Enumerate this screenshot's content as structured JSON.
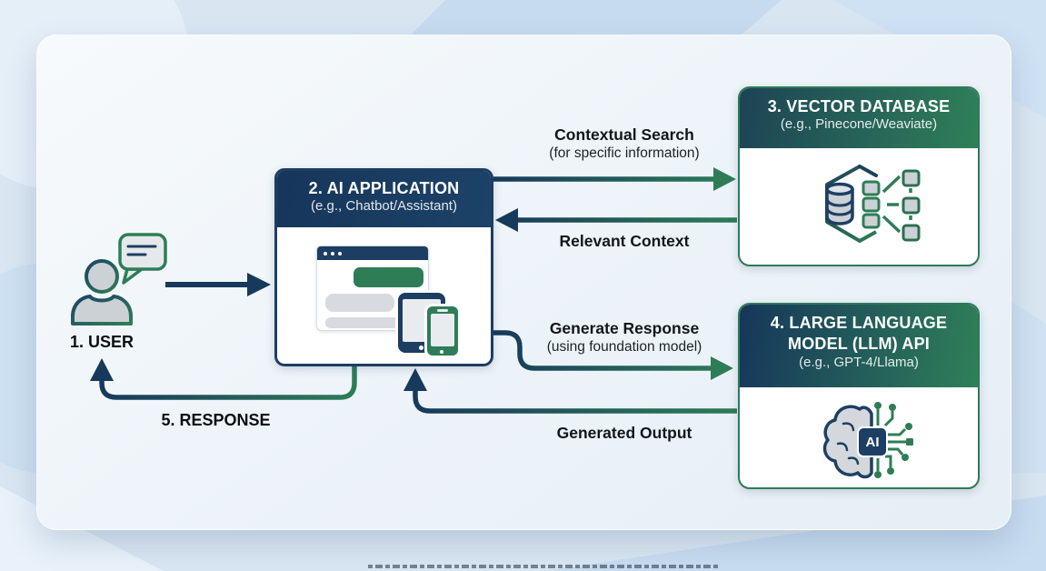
{
  "diagram": {
    "user": {
      "label": "1. USER"
    },
    "ai_application": {
      "title": "2. AI APPLICATION",
      "subtitle": "(e.g., Chatbot/Assistant)"
    },
    "vector_database": {
      "title": "3. VECTOR DATABASE",
      "subtitle": "(e.g., Pinecone/Weaviate)"
    },
    "llm_api": {
      "title": "4. LARGE LANGUAGE MODEL (LLM) API",
      "subtitle": "(e.g., GPT-4/Llama)",
      "chip_label": "AI"
    },
    "flows": {
      "contextual_search": {
        "label": "Contextual Search",
        "note": "(for specific information)"
      },
      "relevant_context": {
        "label": "Relevant Context"
      },
      "generate_response": {
        "label": "Generate Response",
        "note": "(using foundation model)"
      },
      "generated_output": {
        "label": "Generated Output"
      },
      "response": {
        "label": "5. RESPONSE"
      }
    },
    "colors": {
      "navy": "#17395B",
      "green": "#2E7D57",
      "label_text": "#12161B",
      "card_bg": "#F1F6FA",
      "page_bg": "#D9E6F2"
    }
  }
}
